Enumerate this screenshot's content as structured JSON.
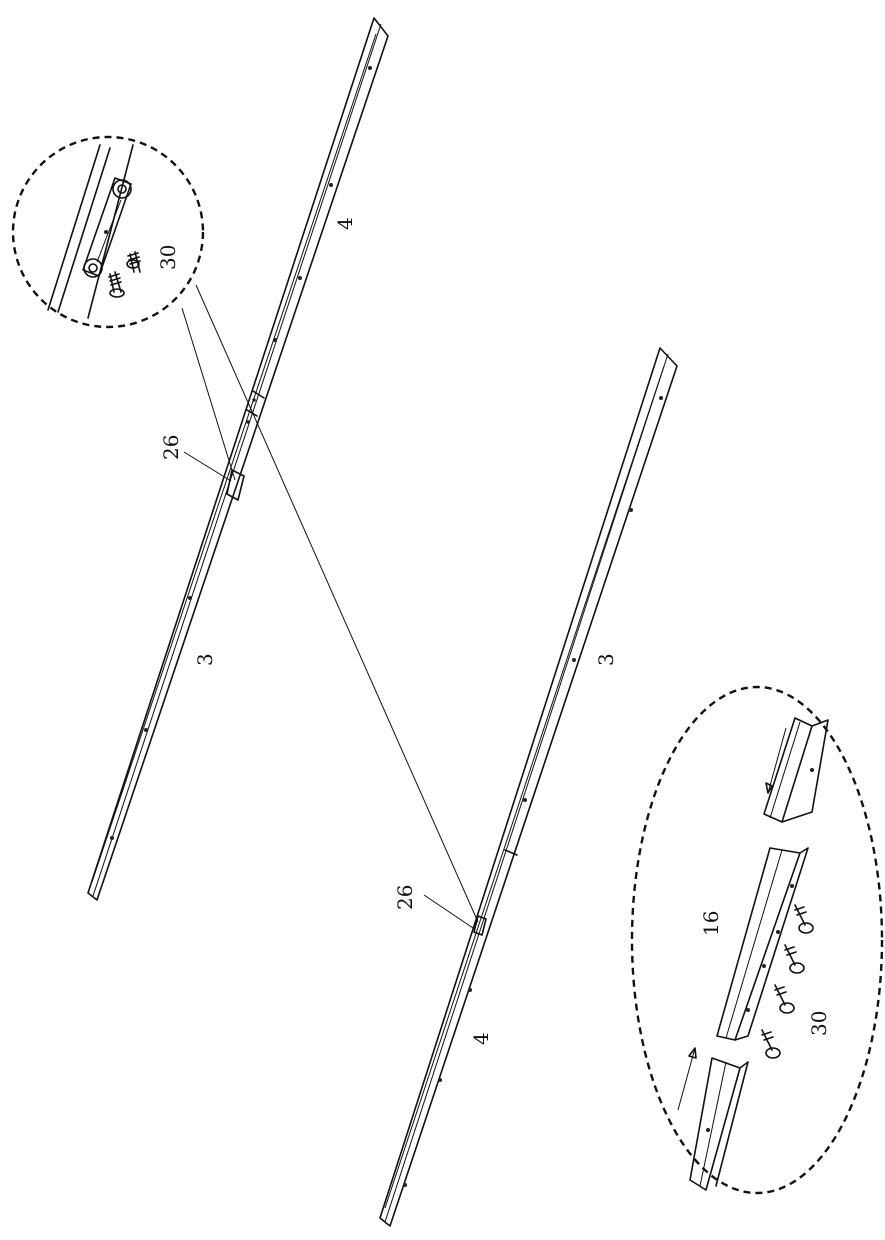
{
  "labels": {
    "rail_4_upper": "4",
    "rail_3_upper": "3",
    "rail_3_lower": "3",
    "rail_4_lower": "4",
    "part_26_upper": "26",
    "part_26_lower": "26",
    "screw_30_upper": "30",
    "connector_16": "16",
    "screw_30_lower": "30"
  },
  "icons": {
    "detail_upper": "magnified-joint-detail-icon",
    "detail_lower": "magnified-connector-detail-icon"
  }
}
